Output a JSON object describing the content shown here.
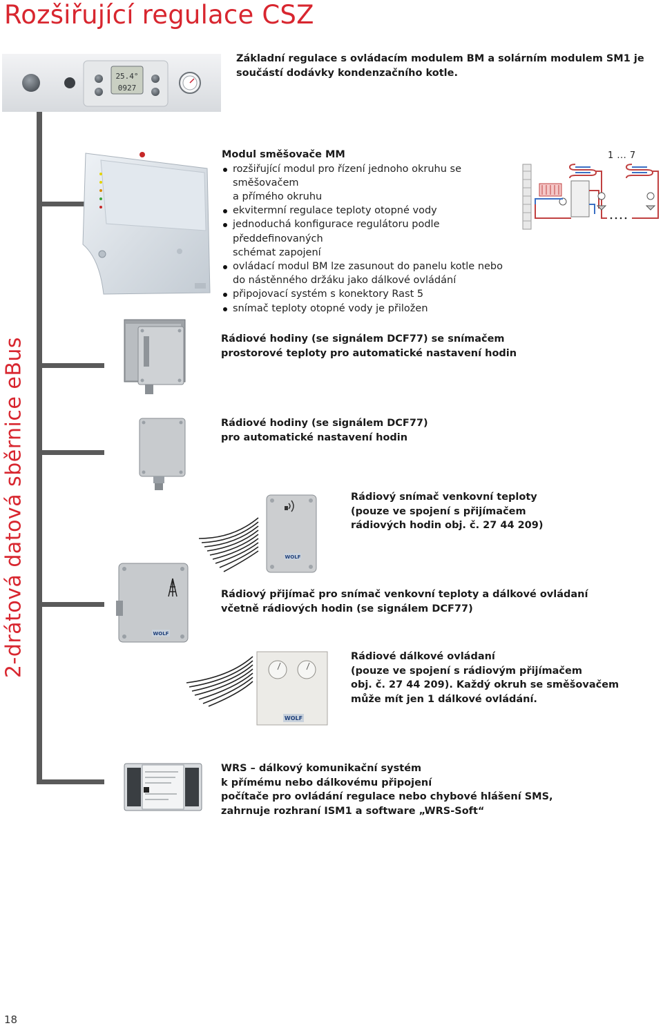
{
  "page": {
    "title": "Rozšiřující regulace CSZ",
    "side_label": "2-drátová datová sběrnice eBus",
    "page_number": "18"
  },
  "intro": {
    "text_line1": "Základní regulace s ovládacím modulem BM a solárním modulem SM1 je",
    "text_line2": "součástí dodávky kondenzačního kotle."
  },
  "boiler_panel": {
    "display_temp": "25.4°",
    "display_time": "0927"
  },
  "mixer_module": {
    "heading": "Modul směšovače MM",
    "bullets": [
      {
        "l1": "rozšiřující modul pro řízení jednoho okruhu se směšovačem",
        "l2": "a přímého okruhu"
      },
      {
        "l1": "ekvitermní regulace teploty otopné vody",
        "l2": ""
      },
      {
        "l1": "jednoduchá konfigurace regulátoru podle předdefinovaných",
        "l2": "schémat zapojení"
      },
      {
        "l1": "ovládací modul BM lze zasunout do panelu kotle nebo",
        "l2": "do nástěnného držáku jako dálkové ovládání"
      },
      {
        "l1": "připojovací systém s konektory Rast 5",
        "l2": ""
      },
      {
        "l1": "snímač teploty otopné vody je přiložen",
        "l2": ""
      }
    ],
    "circuit_count": "1 ... 7"
  },
  "items": {
    "radio_clock_sensor": {
      "l1": "Rádiové hodiny (se signálem DCF77) se snímačem",
      "l2": "prostorové teploty pro automatické nastavení hodin"
    },
    "radio_clock": {
      "l1": "Rádiové hodiny (se signálem DCF77)",
      "l2": "pro automatické nastavení hodin"
    },
    "outdoor_sensor": {
      "l1": "Rádiový snímač venkovní teploty",
      "l2": "(pouze ve spojení s přijímačem",
      "l3": "rádiových hodin obj. č. 27 44 209)"
    },
    "receiver": {
      "l1": "Rádiový přijímač pro snímač venkovní teploty a dálkové ovládaní",
      "l2": "včetně rádiových hodin (se signálem DCF77)"
    },
    "remote": {
      "l1": "Rádiové dálkové ovládaní",
      "l2": "(pouze ve spojení s rádiovým přijímačem",
      "l3": "obj. č. 27 44 209). Každý okruh se směšovačem",
      "l4": "může mít jen 1 dálkové ovládání."
    },
    "wrs": {
      "l1": "WRS – dálkový komunikační systém",
      "l2": "k přímému nebo dálkovému připojení",
      "l3": "počítače pro ovládání regulace nebo chybové hlášení SMS,",
      "l4": "zahrnuje rozhraní ISM1 a software „WRS-Soft“"
    }
  },
  "brand": {
    "logo_text": "WOLF"
  },
  "colors": {
    "accent": "#d8262f",
    "bus_line": "#5a5a5a",
    "device_body": "#c9cdd2"
  }
}
